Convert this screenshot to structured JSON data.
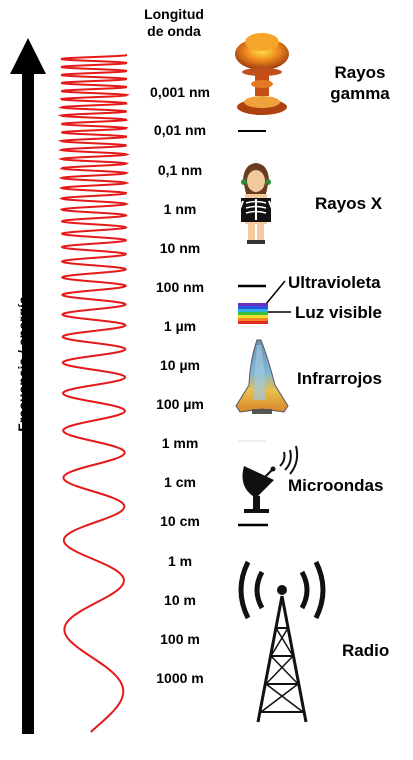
{
  "axis": {
    "label": "Frecuencia / energía"
  },
  "header": {
    "line1": "Longitud",
    "line2": "de onda"
  },
  "wavelengths": [
    "0,001 nm",
    "0,01 nm",
    "0,1 nm",
    "1 nm",
    "10 nm",
    "100 nm",
    "1 µm",
    "10 µm",
    "100 µm",
    "1 mm",
    "1 cm",
    "10 cm",
    "1 m",
    "10 m",
    "100 m",
    "1000 m"
  ],
  "bands": {
    "gamma_line1": "Rayos",
    "gamma_line2": "gamma",
    "xray": "Rayos X",
    "uv": "Ultravioleta",
    "visible": "Luz visible",
    "ir": "Infrarrojos",
    "micro": "Microondas",
    "radio": "Radio"
  },
  "colors": {
    "wave": "#e41a1a",
    "arrow": "#000000"
  },
  "icons": [
    "nuclear-explosion-icon",
    "xray-person-icon",
    "uv-line-icon",
    "visible-spectrum-icon",
    "space-shuttle-thermal-icon",
    "satellite-dish-icon",
    "radio-tower-icon"
  ]
}
